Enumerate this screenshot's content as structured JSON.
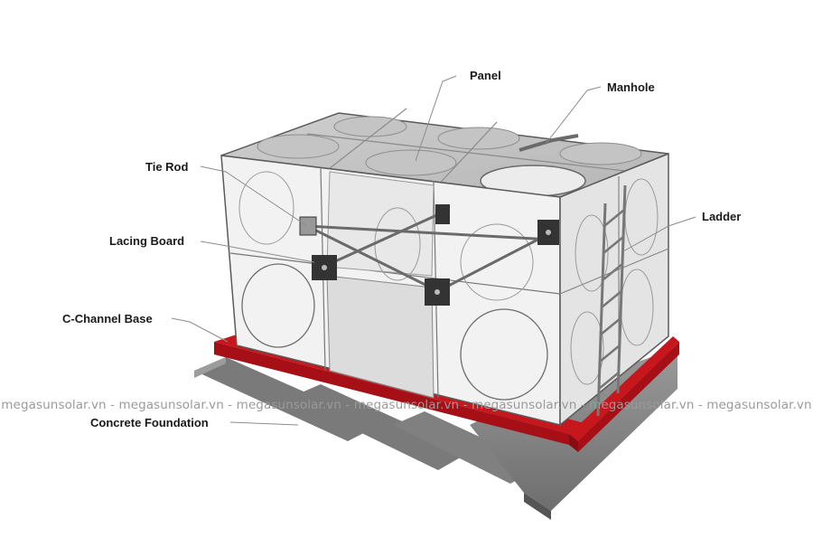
{
  "labels": {
    "panel": "Panel",
    "manhole": "Manhole",
    "tie_rod": "Tie Rod",
    "ladder": "Ladder",
    "lacing_board": "Lacing Board",
    "c_channel_base": "C-Channel Base",
    "concrete_foundation": "Concrete Foundation"
  },
  "watermark": "megasunsolar.vn - megasunsolar.vn - megasunsolar.vn - megasunsolar.vn - megasunsolar.vn - megasunsolar.vn - megasunsolar.vn",
  "colors": {
    "c_channel": "#c8161d",
    "concrete": "#8a8a8a",
    "panel_face": "#f4f4f4",
    "panel_edge": "#5a5a5a",
    "lacing_board": "#333333",
    "leader_line": "#8c8c8c"
  }
}
